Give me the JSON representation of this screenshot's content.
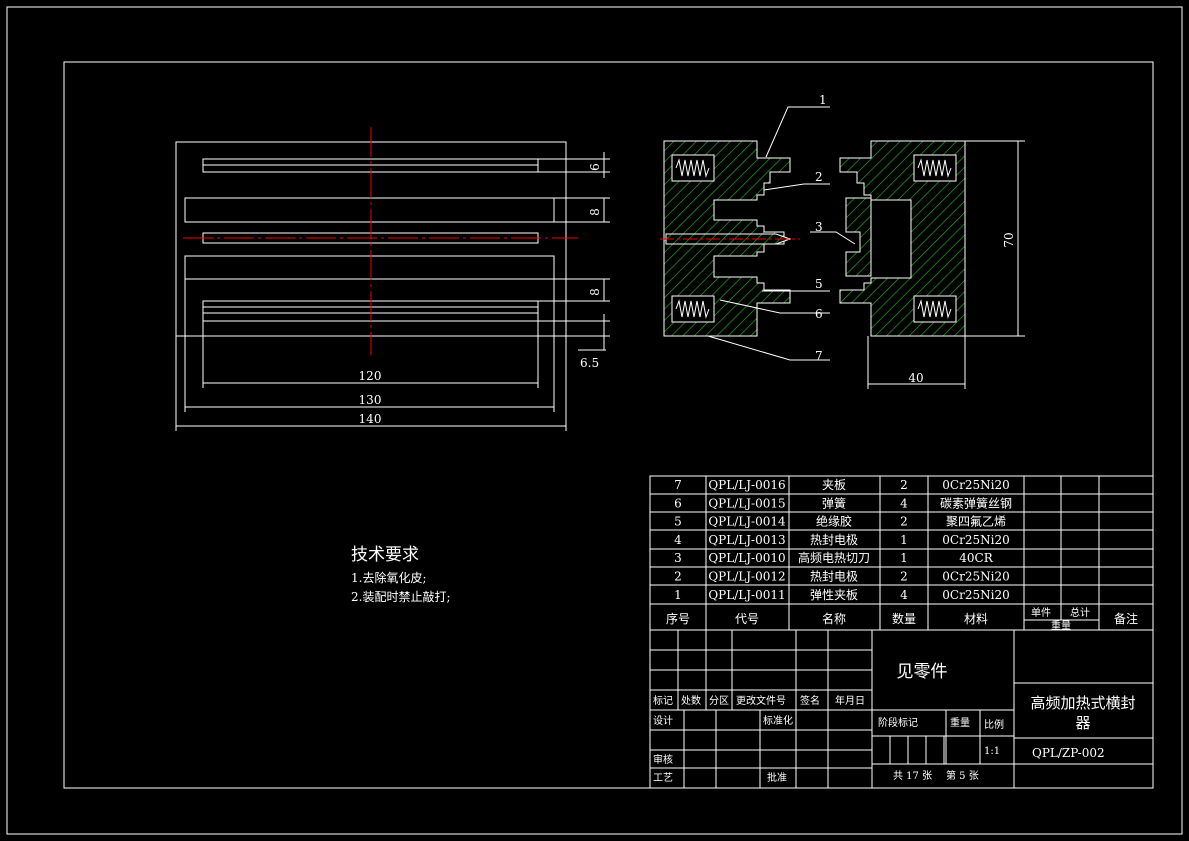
{
  "callouts": [
    "1",
    "2",
    "3",
    "5",
    "6",
    "7"
  ],
  "dims_left": {
    "d6_top": "6",
    "d8_a": "8",
    "d8_b": "8",
    "d6_5": "6.5",
    "w120": "120",
    "w130": "130",
    "w140": "140"
  },
  "dims_right": {
    "h70": "70",
    "w40": "40"
  },
  "tech": {
    "title": "技术要求",
    "items": [
      "1.去除氧化皮;",
      "2.装配时禁止敲打;"
    ]
  },
  "bom": {
    "rows": [
      {
        "no": "7",
        "code": "QPL/LJ-0016",
        "name": "夹板",
        "qty": "2",
        "mat": "0Cr25Ni20"
      },
      {
        "no": "6",
        "code": "QPL/LJ-0015",
        "name": "弹簧",
        "qty": "4",
        "mat": "碳素弹簧丝钢"
      },
      {
        "no": "5",
        "code": "QPL/LJ-0014",
        "name": "绝缘胶",
        "qty": "2",
        "mat": "聚四氟乙烯"
      },
      {
        "no": "4",
        "code": "QPL/LJ-0013",
        "name": "热封电极",
        "qty": "1",
        "mat": "0Cr25Ni20"
      },
      {
        "no": "3",
        "code": "QPL/LJ-0010",
        "name": "高频电热切刀",
        "qty": "1",
        "mat": "40CR"
      },
      {
        "no": "2",
        "code": "QPL/LJ-0012",
        "name": "热封电极",
        "qty": "2",
        "mat": "0Cr25Ni20"
      },
      {
        "no": "1",
        "code": "QPL/LJ-0011",
        "name": "弹性夹板",
        "qty": "4",
        "mat": "0Cr25Ni20"
      }
    ],
    "header": {
      "no": "序号",
      "code": "代号",
      "name": "名称",
      "qty": "数量",
      "mat": "材料",
      "unit": "单件",
      "total": "总计",
      "weight": "重量",
      "note": "备注"
    }
  },
  "title_block": {
    "part_note": "见零件",
    "title": "高频加热式横封",
    "title2": "器",
    "drawing_no": "QPL/ZP-002",
    "scale_label": "比例",
    "scale": "1:1",
    "stage": "阶段标记",
    "weight": "重量",
    "sheets": "共 17 张",
    "sheet": "第 5 张",
    "mark": "标记",
    "count": "处数",
    "zone": "分区",
    "docno": "更改文件号",
    "sign": "签名",
    "date": "年月日",
    "design": "设计",
    "std": "标准化",
    "check": "审核",
    "process": "工艺",
    "approve": "批准"
  }
}
